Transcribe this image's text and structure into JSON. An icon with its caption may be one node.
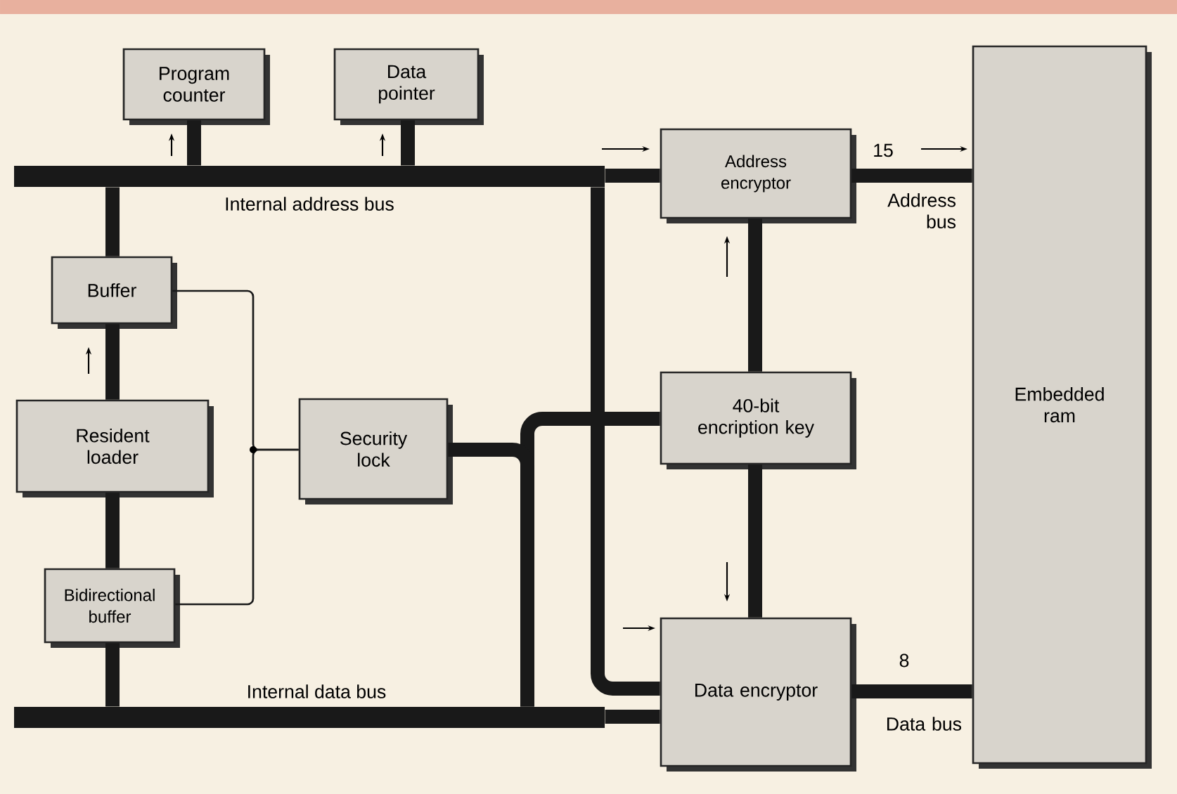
{
  "diagram": {
    "nodes": [
      {
        "text": [
          "Program counter"
        ]
      },
      {
        "text": [
          "Data pointer"
        ]
      },
      {
        "text": [
          "Address encryptor"
        ]
      },
      {
        "text": [
          "Embedded ram"
        ]
      },
      {
        "text": [],
        "shape": "bar",
        "beside": [
          "Internal address bus"
        ]
      },
      {
        "text": [
          "Buffer"
        ]
      },
      {
        "text": [
          "Resident loader"
        ]
      },
      {
        "text": [
          "Security lock"
        ]
      },
      {
        "text": [
          "40-bit encription key"
        ]
      },
      {
        "text": [
          "Bidirectional buffer"
        ]
      },
      {
        "text": [],
        "shape": "bar",
        "beside": [
          "Internal data bus"
        ]
      },
      {
        "text": [
          "Data encryptor"
        ]
      }
    ],
    "edges": [
      {
        "from": 0,
        "to": 4,
        "arrow": "none"
      },
      {
        "from": 1,
        "to": 4,
        "arrow": "none"
      },
      {
        "from": 4,
        "to": 2,
        "arrow": "none"
      },
      {
        "from": 2,
        "to": 3,
        "arrow": "none",
        "label": "Address bus"
      },
      {
        "from": 4,
        "to": 5,
        "arrow": "none"
      },
      {
        "from": 5,
        "to": 6,
        "arrow": "none"
      },
      {
        "from": 6,
        "to": 9,
        "arrow": "none"
      },
      {
        "from": 9,
        "to": 10,
        "arrow": "none"
      },
      {
        "from": 4,
        "to": 11,
        "arrow": "none"
      },
      {
        "from": 8,
        "to": 10,
        "arrow": "none"
      },
      {
        "from": 7,
        "to": 10,
        "arrow": "none"
      },
      {
        "from": 8,
        "to": 2,
        "arrow": "none"
      },
      {
        "from": 8,
        "to": 11,
        "arrow": "none"
      },
      {
        "from": 10,
        "to": 11,
        "arrow": "none"
      },
      {
        "from": 11,
        "to": 3,
        "arrow": "none",
        "label": "Data bus"
      },
      {
        "from": 7,
        "to": 5,
        "arrow": "none"
      },
      {
        "from": 7,
        "to": 9,
        "arrow": "none"
      }
    ],
    "labels": [
      "15",
      "8"
    ]
  }
}
